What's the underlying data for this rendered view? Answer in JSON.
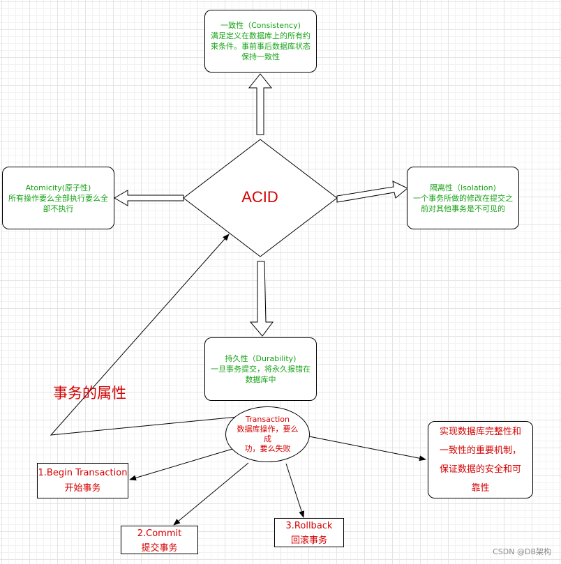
{
  "acid": {
    "label": "ACID"
  },
  "consistency": {
    "title": "一致性（Consistency)",
    "desc_lines": [
      "满足定义在数据库上的所有约",
      "束条件。事前事后数据库状态",
      "保持一致性"
    ]
  },
  "atomicity": {
    "title": "Atomicity(原子性)",
    "desc_lines": [
      "所有操作要么全部执行要么全",
      "部不执行"
    ]
  },
  "isolation": {
    "title": "隔离性（Isolation)",
    "desc_lines": [
      "一个事务所做的修改在提交之",
      "前对其他事务是不可见的"
    ]
  },
  "durability": {
    "title": "持久性（Durability)",
    "desc_lines": [
      "一旦事务提交，将永久报错在",
      "数据库中"
    ]
  },
  "property_label": "事务的属性",
  "transaction": {
    "title": "Transaction",
    "desc_lines": [
      "数据库操作，要么成",
      "功，要么失败"
    ]
  },
  "begin": {
    "line1": "1.Begin Transaction",
    "line2": "开始事务"
  },
  "commit": {
    "line1": "2.Commit",
    "line2": "提交事务"
  },
  "rollback": {
    "line1": "3.Rollback",
    "line2": "回滚事务"
  },
  "note": {
    "lines": [
      "实现数据库完整性和",
      "一致性的重要机制，",
      "保证数据的安全和可",
      "靠性"
    ]
  },
  "watermark": "CSDN @DB架构",
  "colors": {
    "green": "#18a318",
    "red": "#d40000"
  }
}
